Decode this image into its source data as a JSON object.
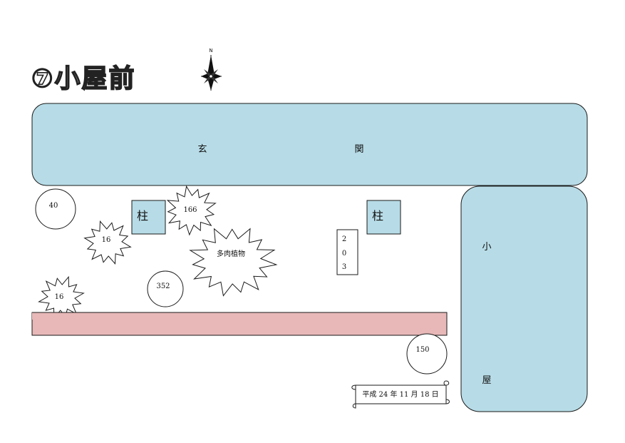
{
  "title": "⑦小屋前",
  "compass": {
    "north_label": "N"
  },
  "entrance": {
    "chars": [
      "玄",
      "関"
    ]
  },
  "shed": {
    "chars": [
      "小",
      "屋"
    ]
  },
  "pillars": [
    {
      "label": "柱"
    },
    {
      "label": "柱"
    }
  ],
  "signpost": {
    "chars": [
      "2",
      "0",
      "3"
    ]
  },
  "circles": [
    {
      "label": "40"
    },
    {
      "label": "352"
    },
    {
      "label": "150"
    }
  ],
  "bursts": [
    {
      "label": "166"
    },
    {
      "label": "16"
    },
    {
      "label": "多肉植物"
    },
    {
      "label": "16"
    }
  ],
  "date_scroll": {
    "text": "平成 24 年 11 月 18 日"
  },
  "colors": {
    "building_fill": "#b7dce7",
    "building_stroke": "#1a1a1a",
    "bed_fill": "#e8b8b8",
    "pillar_fill": "#b7dce7"
  }
}
